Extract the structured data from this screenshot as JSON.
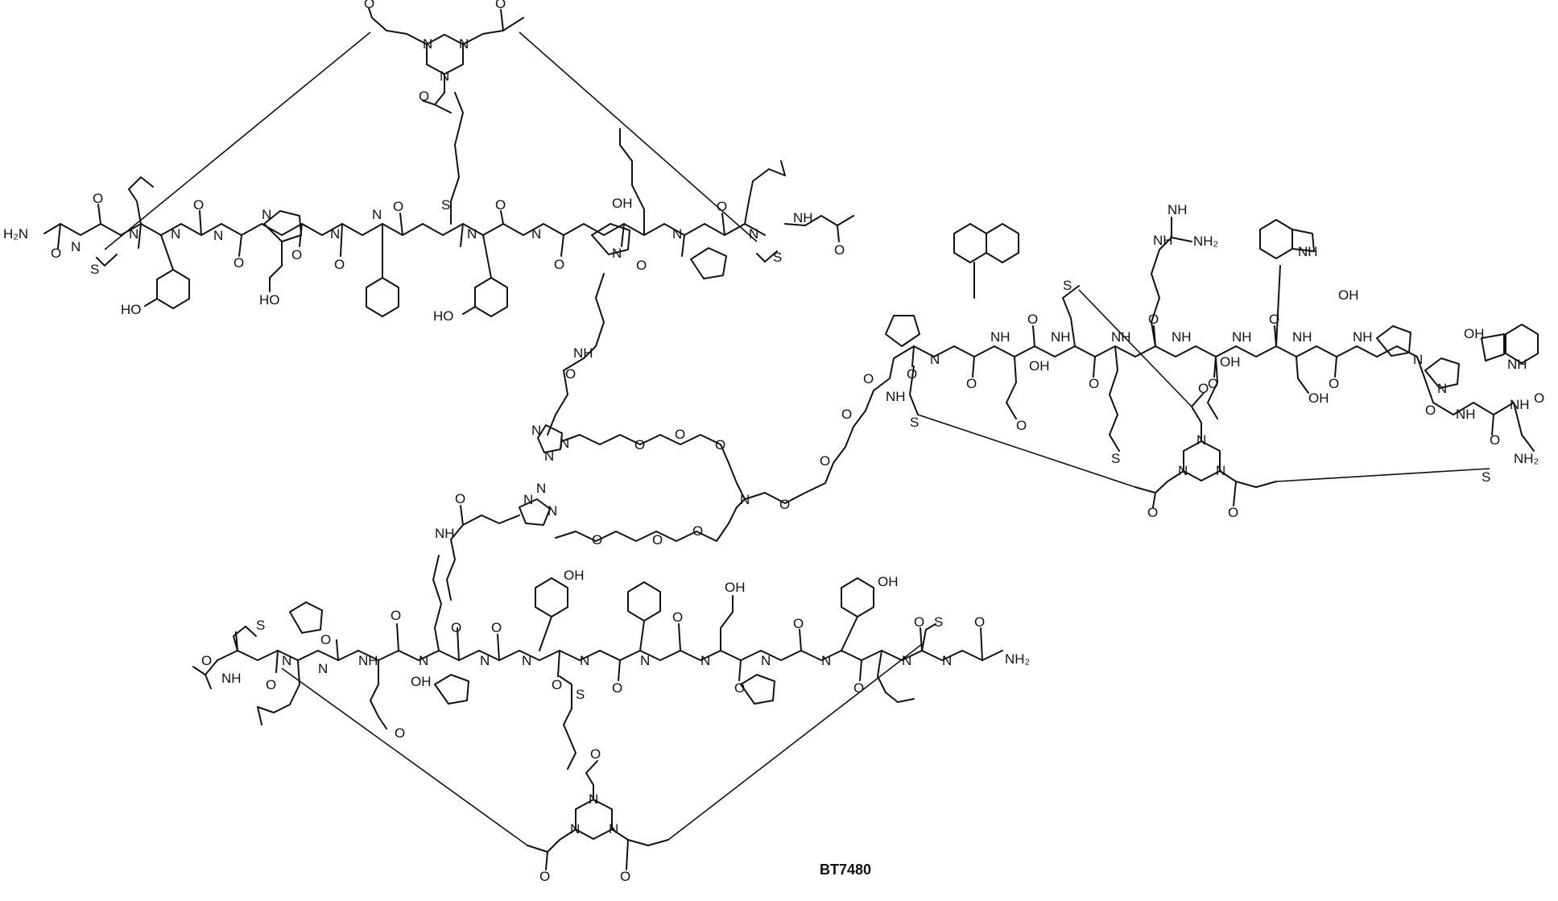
{
  "caption": "BT7480",
  "atoms": {
    "n": "N",
    "nh": "NH",
    "h2n": "H₂N",
    "nh2": "NH₂",
    "o": "O",
    "oh": "OH",
    "ho": "HO",
    "s": "S",
    "n_eq": "N",
    "nh_imine": "NH"
  },
  "colors": {
    "ink": "#111111",
    "background": "#ffffff"
  }
}
